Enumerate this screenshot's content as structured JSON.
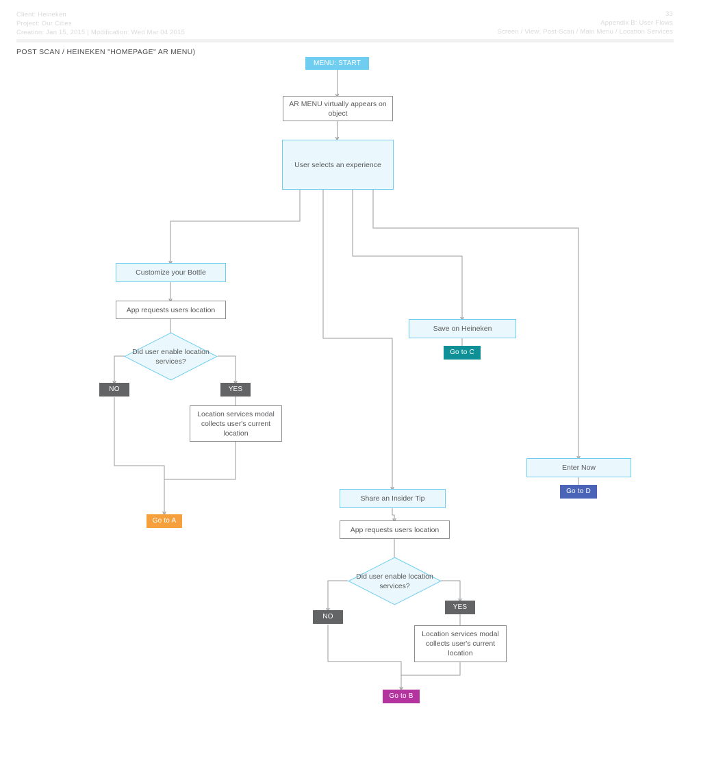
{
  "header": {
    "left_lines": [
      "Client: Heineken",
      "Project: Our Cities",
      "Creation: Jan 15, 2015  |  Modification: Wed Mar 04 2015"
    ],
    "page_number": "33",
    "right_lines": [
      "Appendix B: User Flows",
      "Screen / View: Post-Scan / Main Menu / Location Services"
    ]
  },
  "page_title": "POST SCAN / HEINEKEN \"HOMEPAGE\"  AR MENU)",
  "colors": {
    "accent_blue": "#6fcdf0",
    "blue_fill": "#eaf7fd",
    "gray_badge": "#636466",
    "orange": "#f6a03d",
    "teal": "#0f8f96",
    "indigo": "#4a64b8",
    "purple": "#b3339f",
    "line": "#9a9a9a",
    "text": "#58595b"
  },
  "nodes": {
    "start": "MENU: START",
    "ar_menu": "AR MENU virtually appears on object",
    "user_selects": "User selects an experience",
    "customize_bottle": "Customize your Bottle",
    "app_requests_location_left": "App requests users location",
    "decision_left": "Did user enable location services?",
    "no_left": "NO",
    "yes_left": "YES",
    "location_modal_left": "Location services modal collects user's current location",
    "go_to_a": "Go to A",
    "save_on_heineken": "Save on Heineken",
    "go_to_c": "Go to C",
    "enter_now": "Enter Now",
    "go_to_d": "Go to D",
    "share_insider_tip": "Share an Insider Tip",
    "app_requests_location_bottom": "App requests users location",
    "decision_bottom": "Did user enable location services?",
    "no_bottom": "NO",
    "yes_bottom": "YES",
    "location_modal_bottom": "Location services modal collects user's current location",
    "go_to_b": "Go to B"
  }
}
